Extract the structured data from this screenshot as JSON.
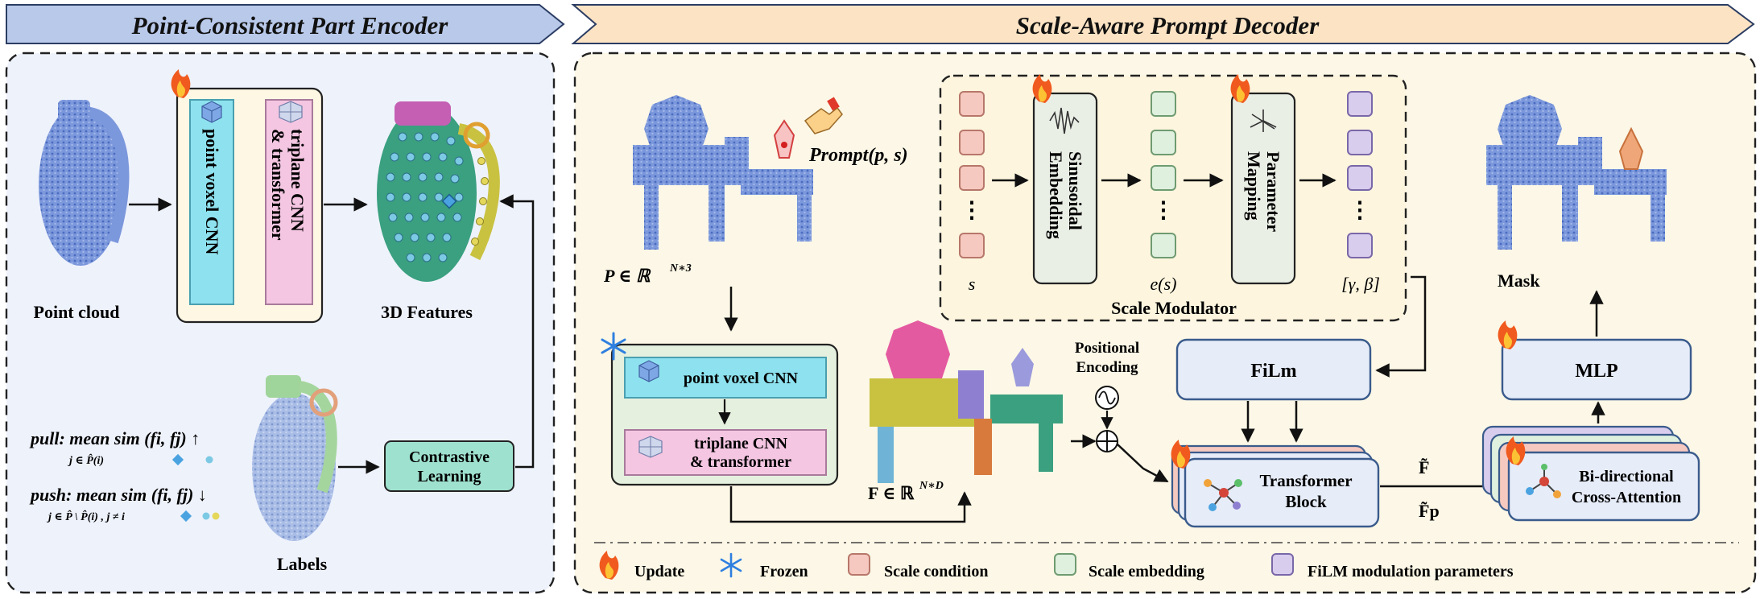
{
  "headers": {
    "left": "Point-Consistent Part Encoder",
    "right": "Scale-Aware Prompt Decoder"
  },
  "encoder": {
    "point_cloud_label": "Point cloud",
    "pvcnn_label": "point voxel CNN",
    "triplane_line1": "triplane CNN",
    "triplane_line2": "& transformer",
    "features_label": "3D Features",
    "labels_label": "Labels",
    "contrastive_line1": "Contrastive",
    "contrastive_line2": "Learning",
    "pull_formula": "pull: mean sim (fi, fj) ↑",
    "pull_subscript": "j ∈ P̂(i)",
    "push_formula": "push: mean sim (fi, fj) ↓",
    "push_subscript": "j ∈ P̂ \\ P̂(i) , j ≠ i"
  },
  "decoder": {
    "prompt_label": "Prompt(p, s)",
    "P_label": "P ∈ ℝ",
    "P_sup": "N∗3",
    "F_label": "F ∈ ℝ",
    "F_sup": "N∗D",
    "pvcnn_label": "point voxel CNN",
    "triplane_line1": "triplane CNN",
    "triplane_line2": "& transformer",
    "s_label": "s",
    "sin_line1": "Sinusoidal",
    "sin_line2": "Embedding",
    "es_label": "e(s)",
    "param_line1": "Parameter",
    "param_line2": "Mapping",
    "gb_label": "[γ, β]",
    "modulator_label": "Scale Modulator",
    "positional_line1": "Positional",
    "positional_line2": "Encoding",
    "film_label": "FiLm",
    "transformer_line1": "Transformer",
    "transformer_line2": "Block",
    "ftilde_label": "F̃",
    "ftilde_p_label": "F̃p",
    "bidir_line1": "Bi-directional",
    "bidir_line2": "Cross-Attention",
    "mlp_label": "MLP",
    "mask_label": "Mask"
  },
  "legend": {
    "update": "Update",
    "frozen": "Frozen",
    "scale_condition": "Scale condition",
    "scale_embedding": "Scale embedding",
    "film_params": "FiLM modulation parameters"
  },
  "colors": {
    "left_header": "#b9c9ea",
    "right_header": "#fbe3c4",
    "left_panel": "#eef2fb",
    "right_panel": "#fcf7e6",
    "cnn_cyan": "#8ee2ef",
    "triplane_pink": "#f4c6e2",
    "scale_condition": "#f6c9c0",
    "scale_embedding": "#dff0df",
    "film_params": "#d9cdee",
    "blue_block": "#e6ecf8",
    "blue_border": "#3a5b8c",
    "contrastive": "#9fe1cf",
    "point_blue": "#6f90d6"
  }
}
